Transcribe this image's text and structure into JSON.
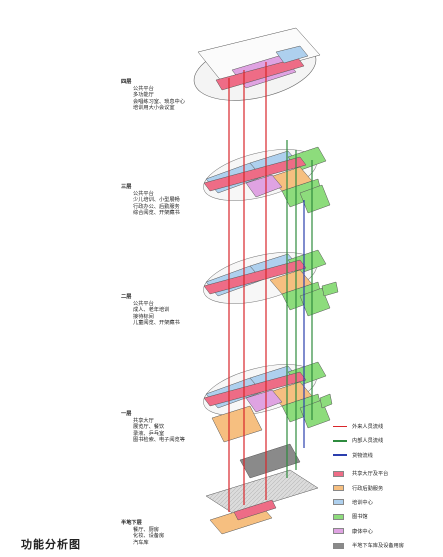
{
  "title": "功能分析图",
  "floors": [
    {
      "name": "四层",
      "items": [
        "公共平台",
        "多功能厅",
        "会唱练习室、琐息中心",
        "培训用大小会议室"
      ]
    },
    {
      "name": "三层",
      "items": [
        "公共平台",
        "少儿培训、小型展畅",
        "行政办公、后勤服务",
        "综合阅览、开架藏书"
      ]
    },
    {
      "name": "二层",
      "items": [
        "公共平台",
        "成人、老年培训",
        "接待标间",
        "儿童阅览、开架藏书"
      ]
    },
    {
      "name": "一层",
      "items": [
        "共享大厅",
        "展览厅、餐饮",
        "录液、乒乓室",
        "图书检索、电子阅览等"
      ]
    },
    {
      "name": "半地下层",
      "items": [
        "餐厅、厨房",
        "化妆、设备房",
        "汽车库"
      ]
    }
  ],
  "legend": {
    "lines": [
      {
        "label": "外来人员流线",
        "color": "#d9262b"
      },
      {
        "label": "内部人员流线",
        "color": "#2e8b3e"
      },
      {
        "label": "货物流线",
        "color": "#2b3fae"
      }
    ],
    "areas": [
      {
        "label": "共享大厅及平台",
        "color": "#ee6c86"
      },
      {
        "label": "行政后勤服务",
        "color": "#f6bf80"
      },
      {
        "label": "培训中心",
        "color": "#aed0ee"
      },
      {
        "label": "图书馆",
        "color": "#8ddc7c"
      },
      {
        "label": "康体中心",
        "color": "#dfa3e2"
      },
      {
        "label": "半地下车库及设备用房",
        "color": "#8a8a8a"
      }
    ]
  }
}
